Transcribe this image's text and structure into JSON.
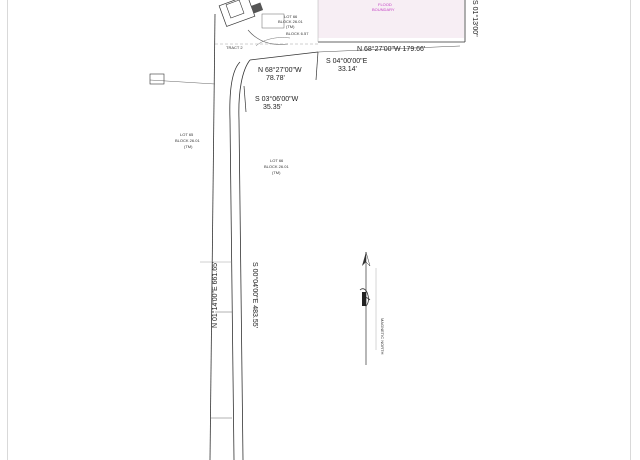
{
  "labels": {
    "bearing_top_right": "N 68°27'00\"W 179.66'",
    "bearing_right_edge": "S 01°13'00\"",
    "bearing_1": "N 68°27'00\"W",
    "distance_1": "78.78'",
    "bearing_2": "S 04°00'00\"E",
    "distance_2": "33.14'",
    "bearing_3": "S 03°06'00\"W",
    "distance_3": "35.35'",
    "lot_left": "LOT 65",
    "lot_left_block": "BLOCK 26.01",
    "lot_left_sub": "(TM)",
    "lot_mid": "LOT 66",
    "lot_mid_block": "BLOCK 26.01",
    "lot_mid_sub": "(TM)",
    "lot_top": "LOT 66",
    "lot_top_block": "BLOCK 26.01",
    "lot_top_sub": "(TM)",
    "tract": "TRACT 2",
    "block_ref": "BLOCK 6.57",
    "bearing_long_left": "N 01°14'00\"E 661.65'",
    "bearing_long_right": "S 00°04'00\"E 483.55'",
    "pink_text_1": "FLOOD",
    "pink_text_2": "BOUNDARY",
    "north_label": "MAGNETIC NORTH"
  },
  "colors": {
    "line": "#333333",
    "paper": "#ffffff",
    "flood_zone": "#f7eef4",
    "flood_text": "#c43fc4"
  }
}
